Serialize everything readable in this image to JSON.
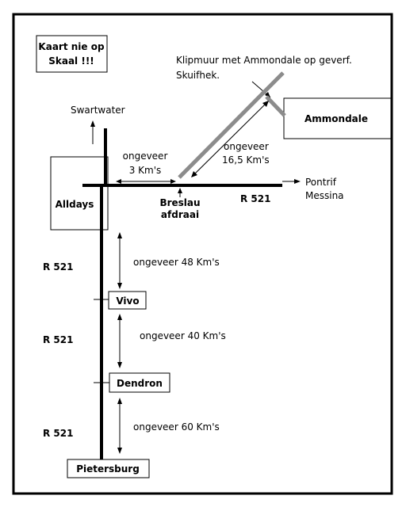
{
  "map": {
    "note_line1": "Kaart nie op",
    "note_line2": "Skaal !!!",
    "gate_line1": "Klipmuur met Ammondale op geverf.",
    "gate_line2": "Skuifhek.",
    "places": {
      "swartwater": "Swartwater",
      "ammondale": "Ammondale",
      "alldays": "Alldays",
      "breslau_line1": "Breslau",
      "breslau_line2": "afdraai",
      "pontrif_line1": "Pontrif",
      "pontrif_line2": "Messina",
      "vivo": "Vivo",
      "dendron": "Dendron",
      "pietersburg": "Pietersburg"
    },
    "roads": {
      "r521_east": "R 521",
      "r521_a": "R 521",
      "r521_b": "R 521",
      "r521_c": "R 521"
    },
    "distances": {
      "d3_line1": "ongeveer",
      "d3_line2": "3 Km's",
      "d16_line1": "ongeveer",
      "d16_line2": "16,5 Km's",
      "d48": "ongeveer 48 Km's",
      "d40": "ongeveer 40 Km's",
      "d60": "ongeveer 60 Km's"
    },
    "colors": {
      "road": "#000000",
      "gravel_road": "#8c8c8c",
      "frame": "#000000"
    }
  }
}
